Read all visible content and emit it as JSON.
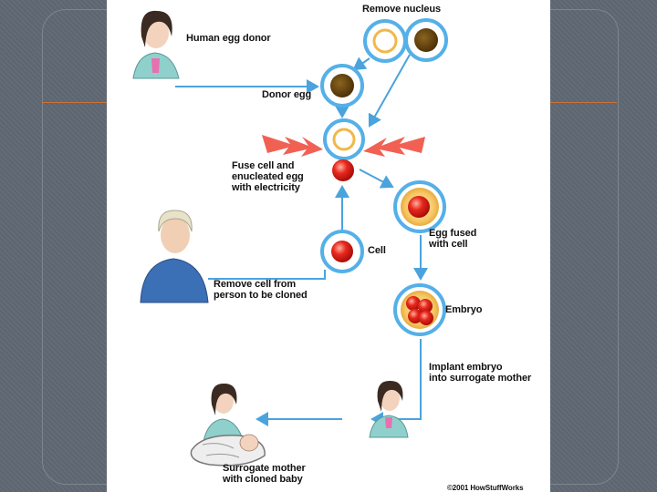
{
  "labels": {
    "human_egg_donor": "Human egg donor",
    "remove_nucleus": "Remove nucleus",
    "donor_egg": "Donor egg",
    "fuse_cell": "Fuse cell and\nenucleated egg\nwith electricity",
    "cell": "Cell",
    "egg_fused": "Egg fused\nwith cell",
    "remove_cell": "Remove cell from\nperson to be cloned",
    "embryo": "Embryo",
    "implant": "Implant embryo\ninto surrogate mother",
    "surrogate": "Surrogate mother\nwith cloned baby",
    "credit": "©2001 HowStuffWorks"
  },
  "colors": {
    "arrow": "#4aa3dd",
    "cell_outline": "#55b0e8",
    "egg_yellow": "#f0b84a",
    "nucleus_brown": "#6e4a0e",
    "cell_red": "#e0201a",
    "bolt_red": "#f05040",
    "woman_shirt": "#8fd0cc",
    "man_shirt": "#3b6fb6"
  },
  "icons": [
    "woman-portrait",
    "man-portrait",
    "baby-icon",
    "lightning-bolt"
  ]
}
